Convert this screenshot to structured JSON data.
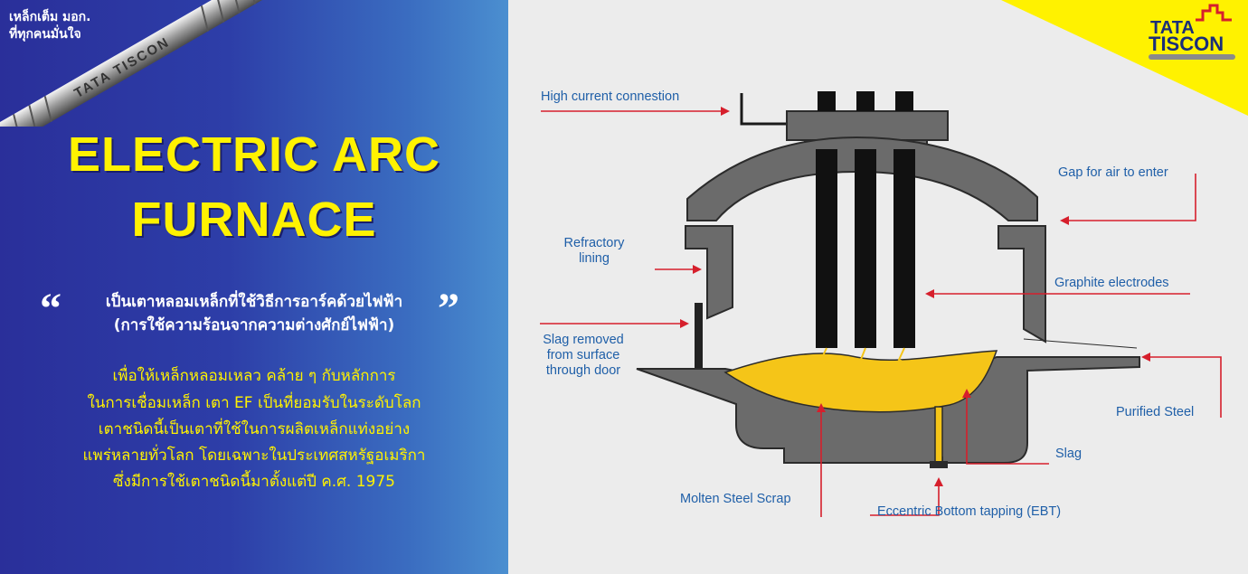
{
  "banner": {
    "tagline_line1": "เหล็กเต็ม มอก.",
    "tagline_line2": "ที่ทุกคนมั่นใจ",
    "rebar_text": "TATA TISCON"
  },
  "logo": {
    "line1": "TATA",
    "line2": "TISCON"
  },
  "title": {
    "line1": "ELECTRIC ARC",
    "line2": "FURNACE"
  },
  "quote": {
    "open": "“",
    "close": "”",
    "line1": "เป็นเตาหลอมเหล็กที่ใช้วิธีการอาร์คด้วยไฟฟ้า",
    "line2": "(การใช้ความร้อนจากความต่างศักย์ไฟฟ้า)"
  },
  "body": {
    "line1": "เพื่อให้เหล็กหลอมเหลว คล้าย ๆ กับหลักการ",
    "line2": "ในการเชื่อมเหล็ก เตา EF เป็นที่ยอมรับในระดับโลก",
    "line3": "เตาชนิดนี้เป็นเตาที่ใช้ในการผลิตเหล็กแท่งอย่าง",
    "line4": "แพร่หลายทั่วโลก โดยเฉพาะในประเทศสหรัฐอเมริกา",
    "line5": "ซึ่งมีการใช้เตาชนิดนี้มาตั้งแต่ปี ค.ศ. 1975"
  },
  "diagram": {
    "labels": {
      "high_current": "High current connestion",
      "refractory_1": "Refractory",
      "refractory_2": "lining",
      "slag_removed_1": "Slag removed",
      "slag_removed_2": "from surface",
      "slag_removed_3": "through door",
      "gap_air": "Gap for air to enter",
      "graphite": "Graphite electrodes",
      "purified": "Purified Steel",
      "slag": "Slag",
      "molten": "Molten Steel Scrap",
      "ebt": "Eccentric Bottom tapping (EBT)"
    },
    "colors": {
      "label": "#1f5fa8",
      "arrow": "#d61f2c",
      "furnace": "#6b6b6b",
      "furnace_outline": "#2b2b2b",
      "electrode": "#111111",
      "molten": "#f5c518"
    }
  }
}
